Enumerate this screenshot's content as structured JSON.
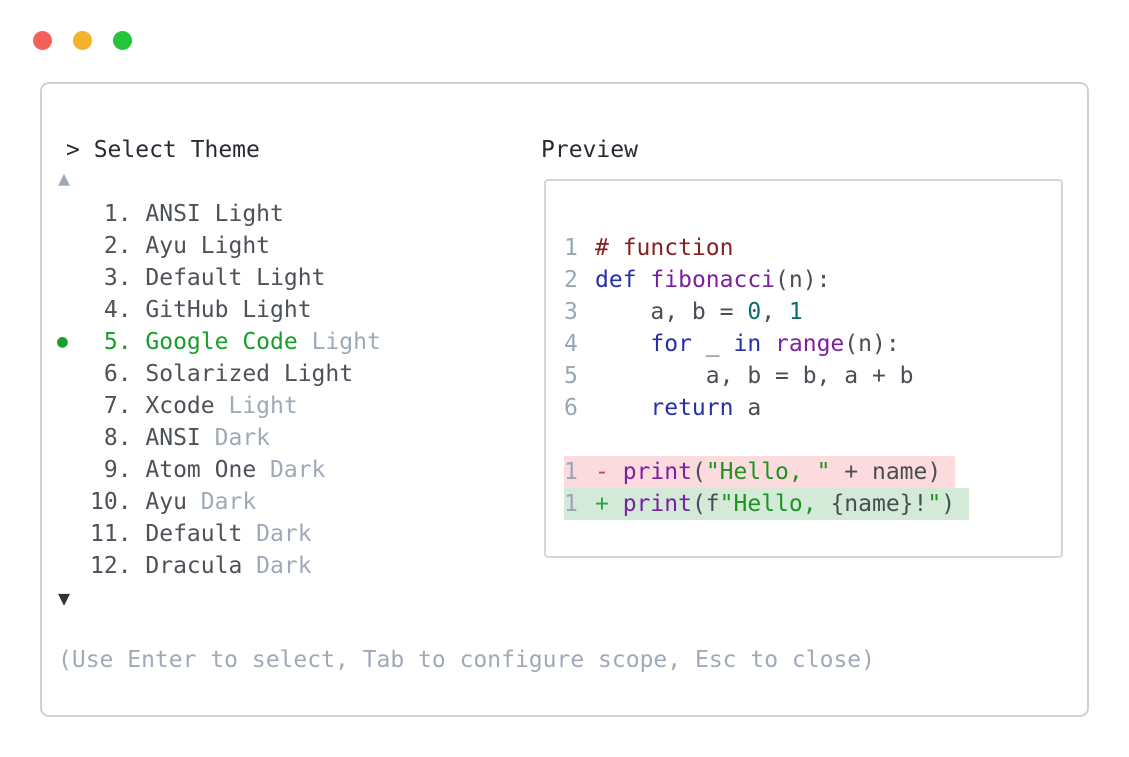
{
  "window": {
    "controls": [
      {
        "name": "close",
        "color": "#f4615c"
      },
      {
        "name": "minimize",
        "color": "#f3b32b"
      },
      {
        "name": "zoom",
        "color": "#24c53b"
      }
    ]
  },
  "theme_picker": {
    "prompt": "> Select Theme",
    "scroll_up_indicator": "▲",
    "scroll_down_indicator": "▼",
    "items": [
      {
        "num": " 1.",
        "name": "ANSI Light",
        "suffix": "",
        "selected": false
      },
      {
        "num": " 2.",
        "name": "Ayu Light",
        "suffix": "",
        "selected": false
      },
      {
        "num": " 3.",
        "name": "Default Light",
        "suffix": "",
        "selected": false
      },
      {
        "num": " 4.",
        "name": "GitHub Light",
        "suffix": "",
        "selected": false
      },
      {
        "num": " 5.",
        "name": "Google Code",
        "suffix": "Light",
        "selected": true
      },
      {
        "num": " 6.",
        "name": "Solarized Light",
        "suffix": "",
        "selected": false
      },
      {
        "num": " 7.",
        "name": "Xcode",
        "suffix": "Light",
        "selected": false
      },
      {
        "num": " 8.",
        "name": "ANSI",
        "suffix": "Dark",
        "selected": false
      },
      {
        "num": " 9.",
        "name": "Atom One",
        "suffix": "Dark",
        "selected": false
      },
      {
        "num": "10.",
        "name": "Ayu",
        "suffix": "Dark",
        "selected": false
      },
      {
        "num": "11.",
        "name": "Default",
        "suffix": "Dark",
        "selected": false
      },
      {
        "num": "12.",
        "name": "Dracula",
        "suffix": "Dark",
        "selected": false
      }
    ],
    "selected_bullet": "●",
    "help_text": "(Use Enter to select, Tab to configure scope, Esc to close)"
  },
  "preview": {
    "label": "Preview",
    "code_lines": [
      {
        "num": "1",
        "tokens": [
          {
            "t": "# function",
            "c": "comment"
          }
        ]
      },
      {
        "num": "2",
        "tokens": [
          {
            "t": "def",
            "c": "keyword"
          },
          {
            "t": " ",
            "c": "plain"
          },
          {
            "t": "fibonacci",
            "c": "function"
          },
          {
            "t": "(n):",
            "c": "plain"
          }
        ]
      },
      {
        "num": "3",
        "tokens": [
          {
            "t": "    a, b = ",
            "c": "plain"
          },
          {
            "t": "0",
            "c": "number"
          },
          {
            "t": ", ",
            "c": "plain"
          },
          {
            "t": "1",
            "c": "number"
          }
        ]
      },
      {
        "num": "4",
        "tokens": [
          {
            "t": "    ",
            "c": "plain"
          },
          {
            "t": "for",
            "c": "keyword"
          },
          {
            "t": " _ ",
            "c": "plain"
          },
          {
            "t": "in",
            "c": "keyword"
          },
          {
            "t": " ",
            "c": "plain"
          },
          {
            "t": "range",
            "c": "function"
          },
          {
            "t": "(n):",
            "c": "plain"
          }
        ]
      },
      {
        "num": "5",
        "tokens": [
          {
            "t": "        a, b = b, a + b",
            "c": "plain"
          }
        ]
      },
      {
        "num": "6",
        "tokens": [
          {
            "t": "    ",
            "c": "plain"
          },
          {
            "t": "return",
            "c": "keyword"
          },
          {
            "t": " a",
            "c": "plain"
          }
        ]
      }
    ],
    "diff_lines": [
      {
        "num": "1",
        "kind": "removed",
        "sign": "-",
        "tokens": [
          {
            "t": "print",
            "c": "function"
          },
          {
            "t": "(",
            "c": "plain"
          },
          {
            "t": "\"Hello, \"",
            "c": "string"
          },
          {
            "t": " + name)",
            "c": "plain"
          }
        ]
      },
      {
        "num": "1",
        "kind": "added",
        "sign": "+",
        "tokens": [
          {
            "t": "print",
            "c": "function"
          },
          {
            "t": "(f",
            "c": "plain"
          },
          {
            "t": "\"Hello, ",
            "c": "string"
          },
          {
            "t": "{name}!",
            "c": "plain"
          },
          {
            "t": "\"",
            "c": "string"
          },
          {
            "t": ")",
            "c": "plain"
          }
        ]
      }
    ]
  },
  "colors": {
    "accent_green": "#189e2a",
    "muted": "#9fa9b8",
    "text_dark": "#4d5158",
    "heading": "#282b31",
    "arrow_dark": "#2f333a",
    "panel_border": "#ccd1da",
    "preview_border": "#d3d7dd",
    "line_number": "#9aa5b6",
    "comment": "#862121",
    "keyword": "#2430a6",
    "function": "#7d1fa0",
    "number": "#0c6e6e",
    "string": "#1d9420",
    "plain": "#4a4e54",
    "diff_removed_bg": "#fbdbde",
    "diff_added_bg": "#d2ead7",
    "diff_minus": "#cf4456",
    "diff_plus": "#30a046",
    "traffic_close": "#f4615c",
    "traffic_minimize": "#f3b32b",
    "traffic_zoom": "#24c53b"
  }
}
